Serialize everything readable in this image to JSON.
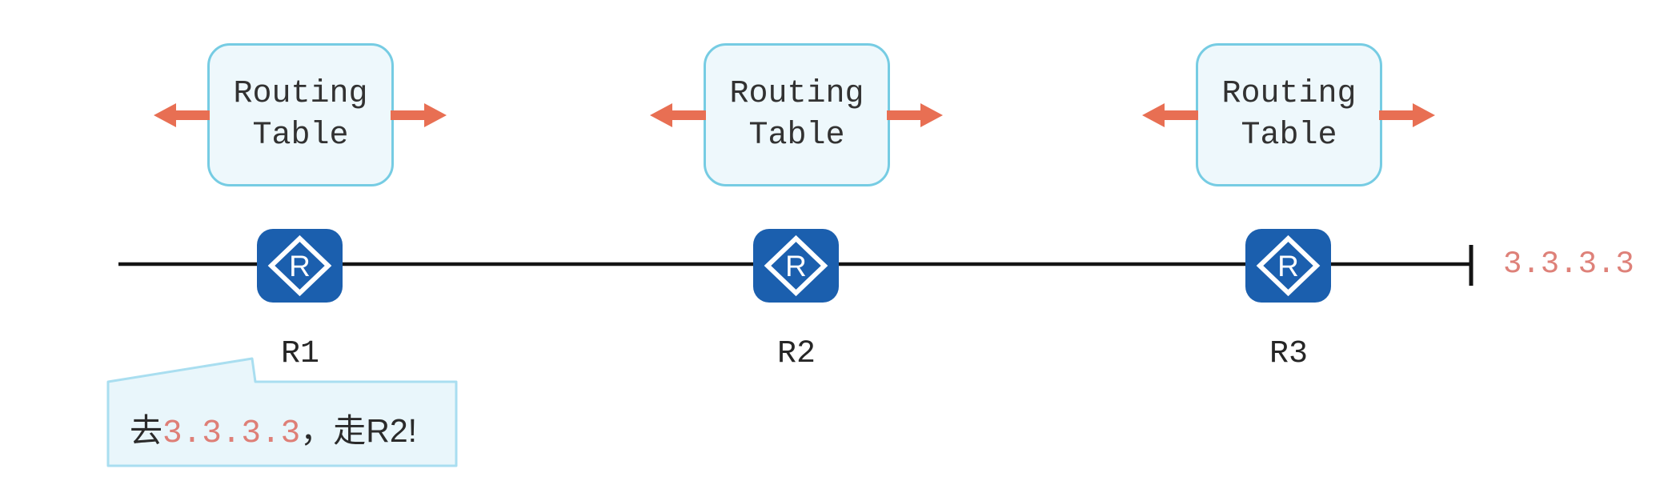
{
  "diagram_title": "routing-tables-topology",
  "routers": [
    {
      "label": "R1",
      "routing_table": "Routing Table"
    },
    {
      "label": "R2",
      "routing_table": "Routing Table"
    },
    {
      "label": "R3",
      "routing_table": "Routing Table"
    }
  ],
  "router_icon": {
    "letter": "R"
  },
  "link": {
    "endpoint_label": "3.3.3.3"
  },
  "callout": {
    "prefix": "去",
    "ip": "3.3.3.3",
    "suffix": "，走R2!"
  },
  "icons": {
    "router": "blue rounded square with white diamond and letter R",
    "routing_table_arrows": "salmon left/right arrows out of box sides",
    "link_end": "vertical tick terminator"
  },
  "colors": {
    "arrow": "#e86f53",
    "ip_text": "#de8179",
    "router_blue": "#1b5fae",
    "box_border": "#76cce3",
    "box_fill": "#eef8fc",
    "callout_border": "#a9def0",
    "callout_fill": "#e9f6fb",
    "link_line": "#141414"
  }
}
